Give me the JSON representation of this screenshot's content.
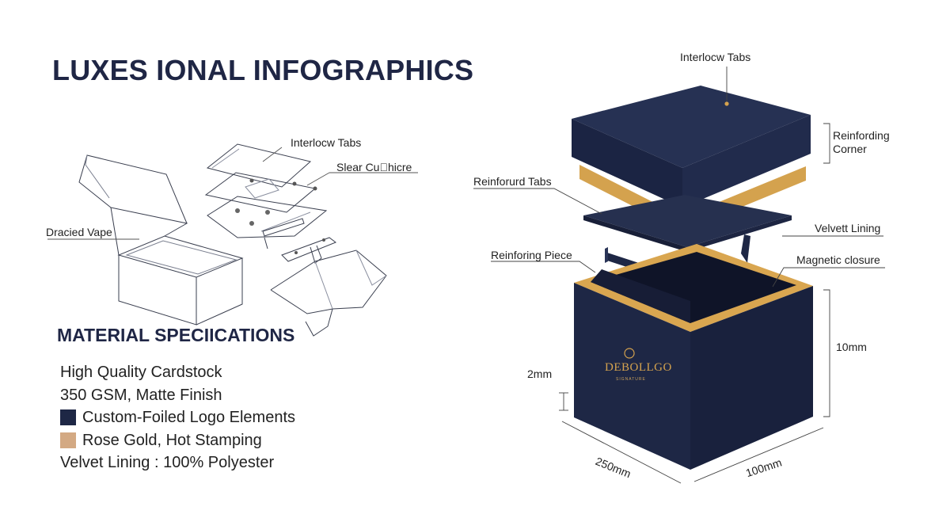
{
  "title": "LUXES IONAL INFOGRAPHICS",
  "materials": {
    "heading": "MATERIAL SPECIICATIONS",
    "items": [
      {
        "text": "High Quality Cardstock",
        "swatch": ""
      },
      {
        "text": "350 GSM, Matte Finish",
        "swatch": ""
      },
      {
        "text": "Custom-Foiled Logo Elements",
        "swatch": "#1e2745"
      },
      {
        "text": "Rose Gold, Hot Stamping",
        "swatch": "#d3a983"
      },
      {
        "text": "Velvet Lining : 100% Polyester",
        "swatch": ""
      }
    ]
  },
  "sketch_labels": {
    "interlock_tabs": "Interlocw Tabs",
    "slear": "Slear Cu\u0000hicre",
    "draped_vape": "Dracied Vape"
  },
  "box_labels": {
    "interlock_tabs": "Interlocw Tabs",
    "reinforcing_corner_1": "Reinfording",
    "reinforcing_corner_2": "Corner",
    "reinforced_tabs": "Reinforurd Tabs",
    "velvet_lining": "Velvett Lining",
    "reinforcing_piece": "Reinforing Piece",
    "magnetic_closure": "Magnetic closure",
    "height": "10mm",
    "depth": "2mm",
    "width_left": "250mm",
    "width_right": "100mm"
  },
  "logo": {
    "text": "DEBOLLGO",
    "sub": "SIGNATURE"
  },
  "colors": {
    "navy": "#1e2745",
    "navy_dark": "#161d36",
    "gold": "#d4a24e",
    "rose_gold": "#d3a983"
  }
}
